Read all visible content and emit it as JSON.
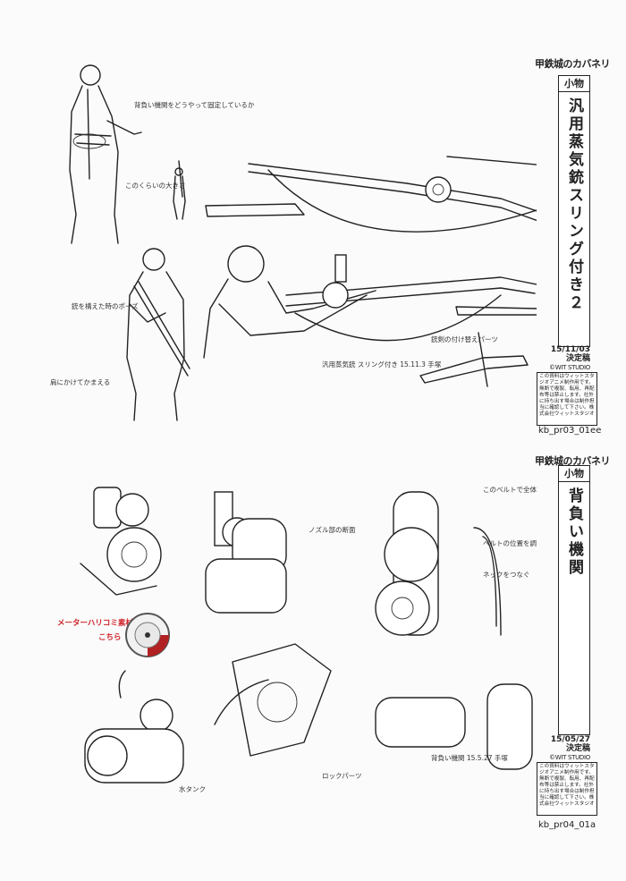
{
  "sheets": [
    {
      "logo": "甲鉄城のカバネリ",
      "category": "小物",
      "title": "汎用蒸気銃スリング付き２",
      "stamp_date": "15/11/03",
      "stamp_label": "決定稿",
      "stamp_studio": "©WIT STUDIO",
      "copyright": "この資料はウィットスタジオアニメ制作用です。無断で複製、転用、再配布等は禁止します。社外に持ち出す場合は制作担当に確認して下さい。株式会社ウィットスタジオ",
      "code": "kb_pr03_01ee",
      "notes": {
        "a": "背負い機関をどうやって固定しているか",
        "b": "このくらいの大きさ",
        "c": "銃を構えた時のポーズ",
        "d": "肩にかけてかまえる",
        "e": "銃剣の付け替えパーツ",
        "f": "汎用蒸気銃 スリング付き 15.11.3 手塚"
      }
    },
    {
      "logo": "甲鉄城のカバネリ",
      "category": "小物",
      "title": "背負い機関",
      "stamp_date": "15/05/27",
      "stamp_label": "決定稿",
      "stamp_studio": "©WIT STUDIO",
      "copyright": "この資料はウィットスタジオアニメ制作用です。無断で複製、転用、再配布等は禁止します。社外に持ち出す場合は制作担当に確認して下さい。株式会社ウィットスタジオ",
      "code": "kb_pr04_01a",
      "notes": {
        "a": "このベルトで全体をコルセットに固定",
        "b": "ノズル部の断面",
        "c": "ベルトの位置を調整",
        "d": "ネックをつなぐ",
        "e": "背負い機関 15.5.27 手塚",
        "f": "水タンク",
        "g": "ロックパーツ"
      },
      "callout_label": "メーターハリコミ素材",
      "callout_sub": "こちら"
    }
  ]
}
